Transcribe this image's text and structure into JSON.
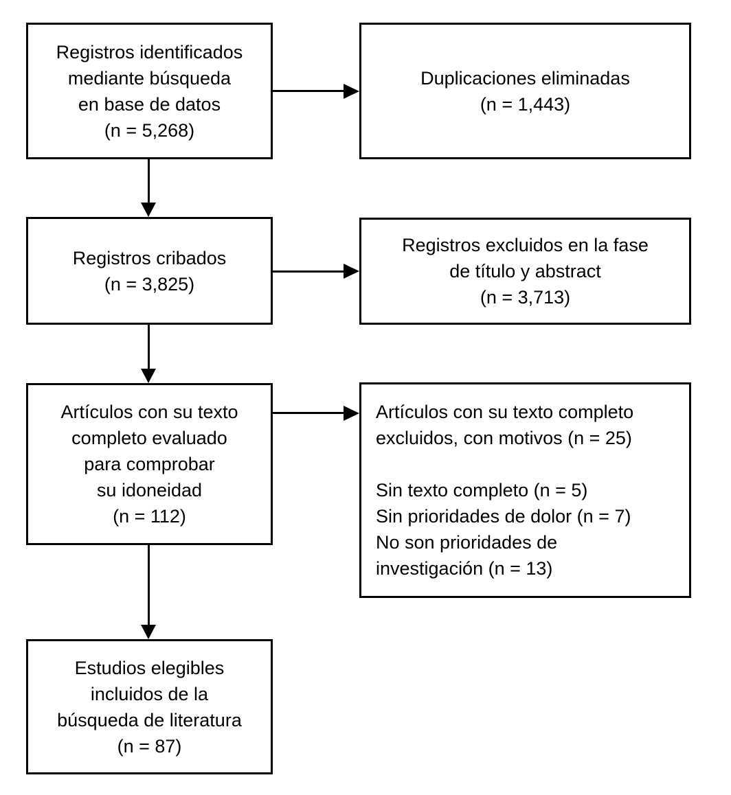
{
  "colors": {
    "line": "#000000",
    "text": "#000000",
    "background": "#ffffff"
  },
  "boxes": {
    "identified": {
      "text": "Registros identificados\nmediante búsqueda\nen base de datos\n(n = 5,268)",
      "n": "5,268"
    },
    "duplicates_removed": {
      "text": "Duplicaciones eliminadas\n(n = 1,443)",
      "n": "1,443"
    },
    "screened": {
      "text": "Registros cribados\n(n = 3,825)",
      "n": "3,825"
    },
    "excluded_title_abstract": {
      "text": "Registros excluidos en la fase\nde título y abstract\n(n = 3,713)",
      "n": "3,713"
    },
    "full_text_assessed": {
      "text": "Artículos con su texto\ncompleto evaluado\npara comprobar\nsu idoneidad\n(n = 112)",
      "n": "112"
    },
    "full_text_excluded": {
      "text": "Artículos con su texto completo\nexcluidos, con motivos (n = 25)\n\nSin texto completo (n = 5)\nSin prioridades de dolor (n = 7)\nNo son prioridades de\ninvestigación (n = 13)",
      "n": "25"
    },
    "included": {
      "text": "Estudios elegibles\nincluidos de la\nbúsqueda de literatura\n(n = 87)",
      "n": "87"
    }
  }
}
